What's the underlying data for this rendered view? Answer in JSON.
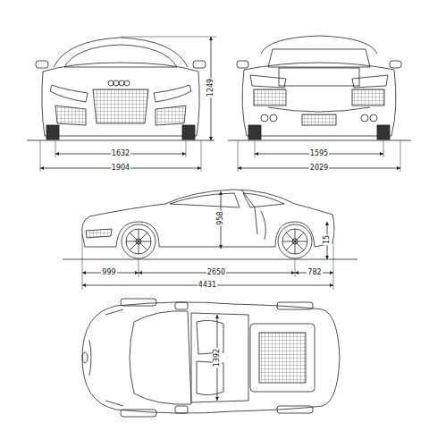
{
  "diagram": {
    "labels": [
      "1249",
      "1632",
      "1904",
      "1595",
      "2029",
      "958",
      "15",
      "999",
      "2650",
      "782",
      "4431",
      "1392"
    ]
  }
}
